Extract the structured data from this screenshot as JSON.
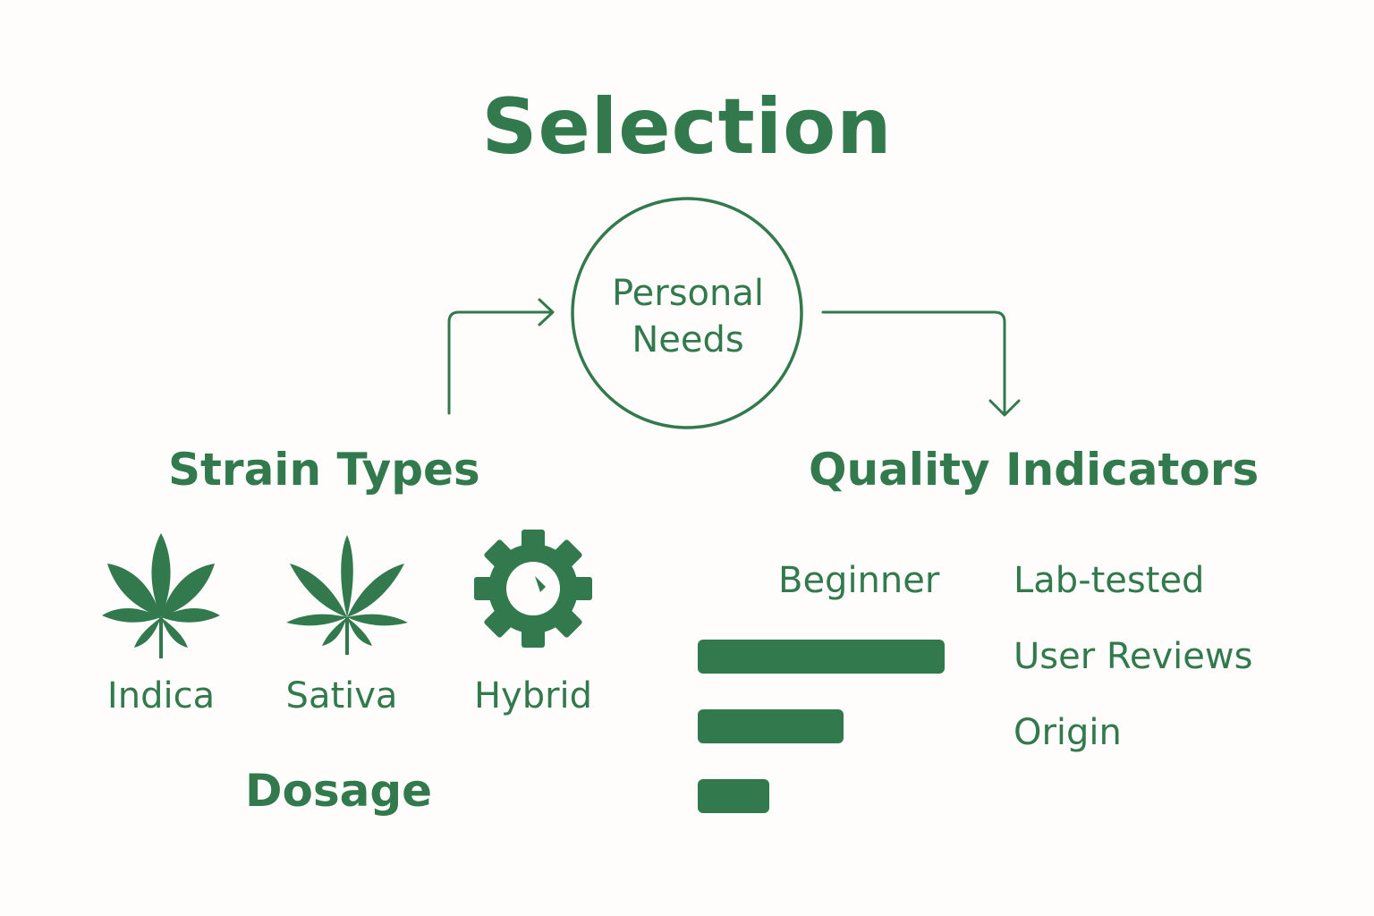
{
  "title": "Selection",
  "center_node": {
    "line1": "Personal",
    "line2": "Needs"
  },
  "sections": {
    "strain_types": "Strain Types",
    "quality_indicators": "Quality Indicators",
    "dosage": "Dosage"
  },
  "strains": [
    {
      "label": "Indica",
      "icon": "leaf-icon"
    },
    {
      "label": "Sativa",
      "icon": "leaf-icon"
    },
    {
      "label": "Hybrid",
      "icon": "gear-icon"
    }
  ],
  "dosage": {
    "label": "Beginner",
    "levels": [
      1.0,
      0.59,
      0.29
    ]
  },
  "quality_items": [
    "Lab-tested",
    "User Reviews",
    "Origin"
  ],
  "colors": {
    "accent": "#327a4d",
    "background": "#fefdfb"
  }
}
